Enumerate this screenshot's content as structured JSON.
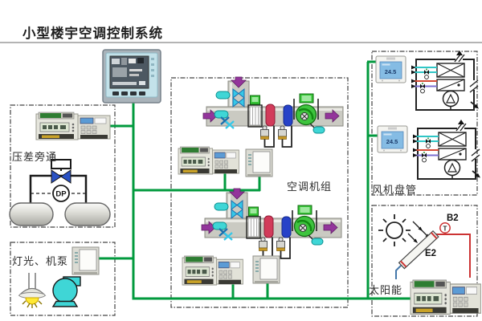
{
  "title": "小型楼宇空调控制系统",
  "colors": {
    "bus_line": "#019a3d",
    "box_border": "#444444",
    "duct_fill": "#cacac2",
    "hot_coil": "#d23b5a",
    "cold_coil": "#2742c8",
    "fan_green": "#3ec43e",
    "sensor_cyan": "#3fd6d6",
    "arrow_purple": "#93359b",
    "pump_cyan": "#3fd6d6",
    "solar_hot_pipe": "#cc3333",
    "solar_cold_pipe": "#4477aa"
  },
  "sections": {
    "pressure_bypass": {
      "label": "压差旁通",
      "dp_tag": "DP"
    },
    "lighting_pumps": {
      "label": "灯光、机泵"
    },
    "ahu": {
      "label": "空调机组"
    },
    "fan_coil": {
      "label": "风机盘管",
      "thermostat_reading": "24.5"
    },
    "solar": {
      "label": "太阳能",
      "temp_sensor_tag": "B2",
      "collector_tag": "E2",
      "sensor_symbol": "T"
    }
  }
}
